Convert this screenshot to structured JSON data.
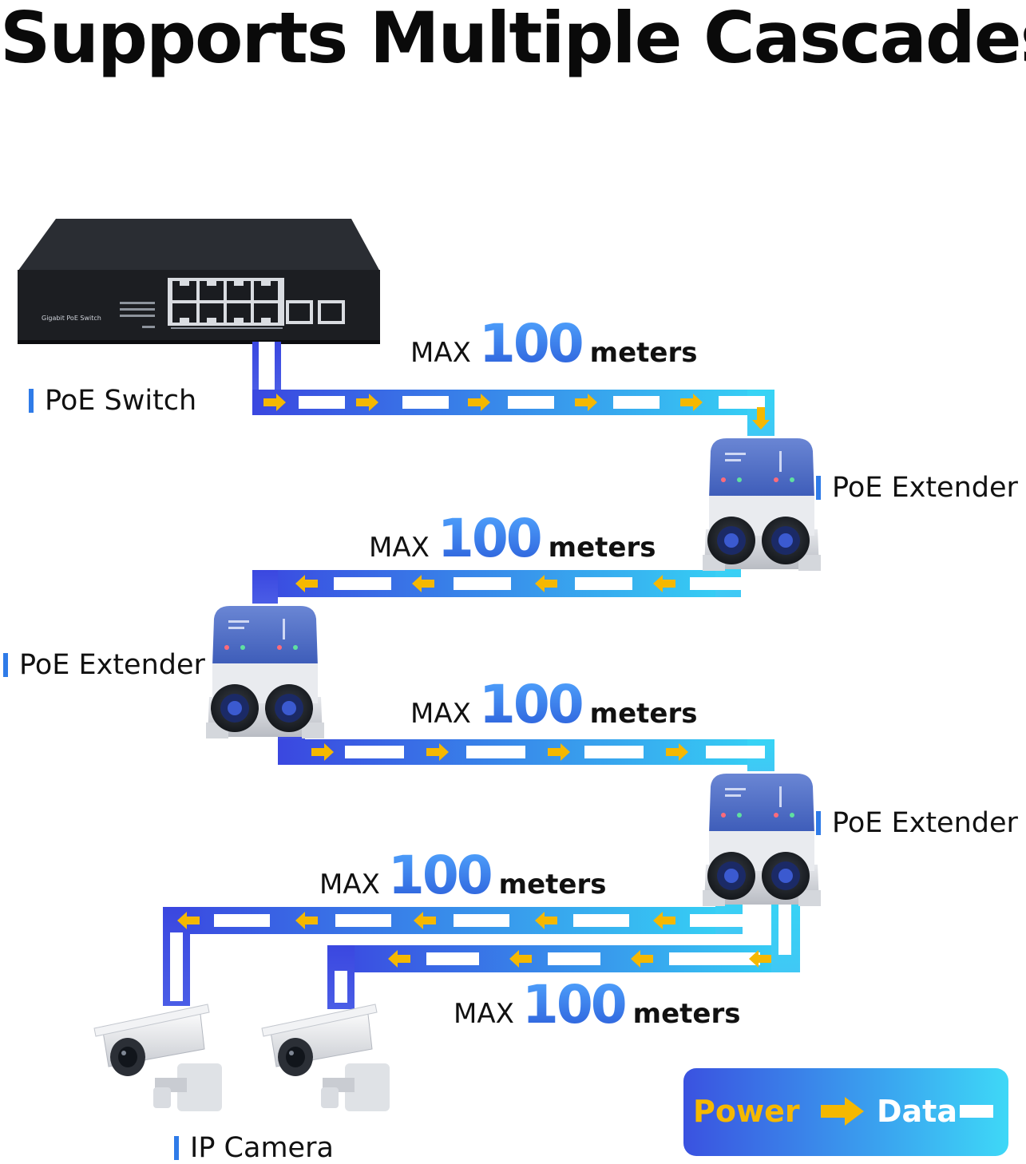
{
  "headline": "Supports Multiple Cascades",
  "devices": {
    "switch_label": "PoE Switch",
    "switch_panel_text": "Gigabit PoE Switch",
    "extender_label": "PoE Extender",
    "camera_label": "IP Camera"
  },
  "distance": {
    "prefix": "MAX",
    "value": "100",
    "unit": "meters"
  },
  "legend": {
    "power": "Power",
    "data": "Data"
  },
  "colors": {
    "cable_start": "#3a47e0",
    "cable_end": "#36d4f5",
    "power_arrow": "#f5b800",
    "data_dash": "#ffffff",
    "label_bar": "#2f7be8"
  }
}
